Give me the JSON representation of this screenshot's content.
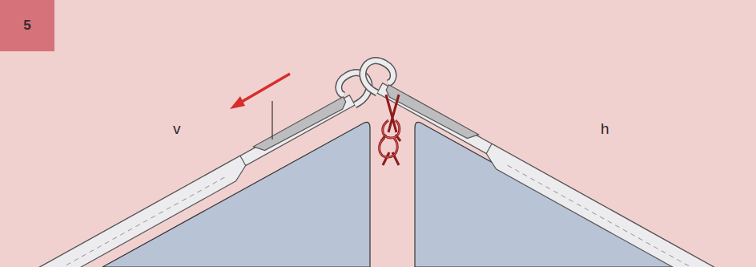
{
  "diagram": {
    "nodes": [
      {
        "text": [
          "5"
        ]
      }
    ],
    "labels": [
      "v",
      "h"
    ]
  }
}
